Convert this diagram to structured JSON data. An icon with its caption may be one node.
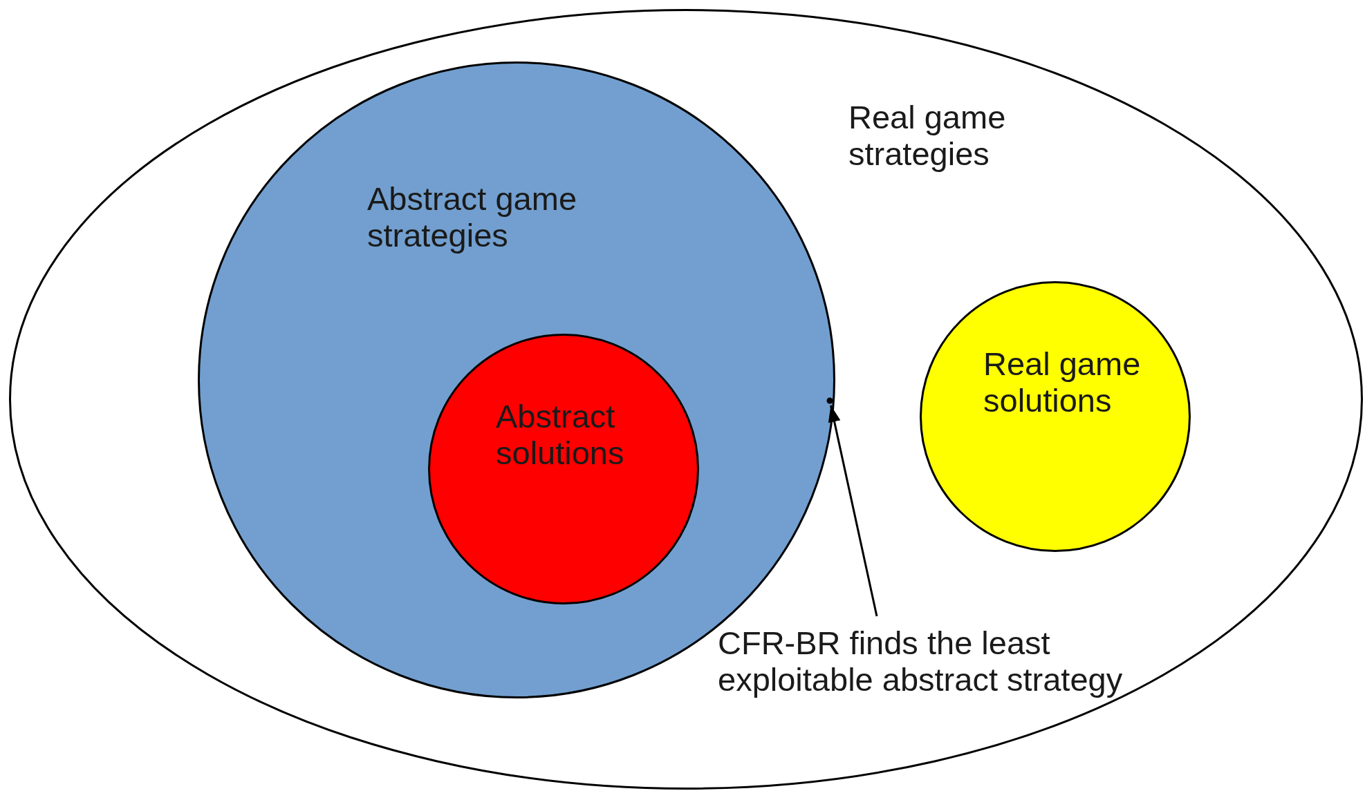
{
  "diagram": {
    "nodes": [
      {
        "text": [
          "Real game strategies"
        ]
      },
      {
        "text": [
          "Abstract game strategies"
        ],
        "in": 0
      },
      {
        "text": [
          "Abstract solutions"
        ],
        "in": 1
      },
      {
        "text": [
          "Real game solutions"
        ],
        "in": 0
      },
      {
        "text": [],
        "shape": "circle",
        "in": 1
      },
      {
        "text": [
          "CFR-BR finds the least exploitable abstract strategy"
        ],
        "in": 0
      }
    ],
    "edges": [
      {
        "from": 5,
        "to": 4,
        "arrow": "to"
      }
    ]
  }
}
